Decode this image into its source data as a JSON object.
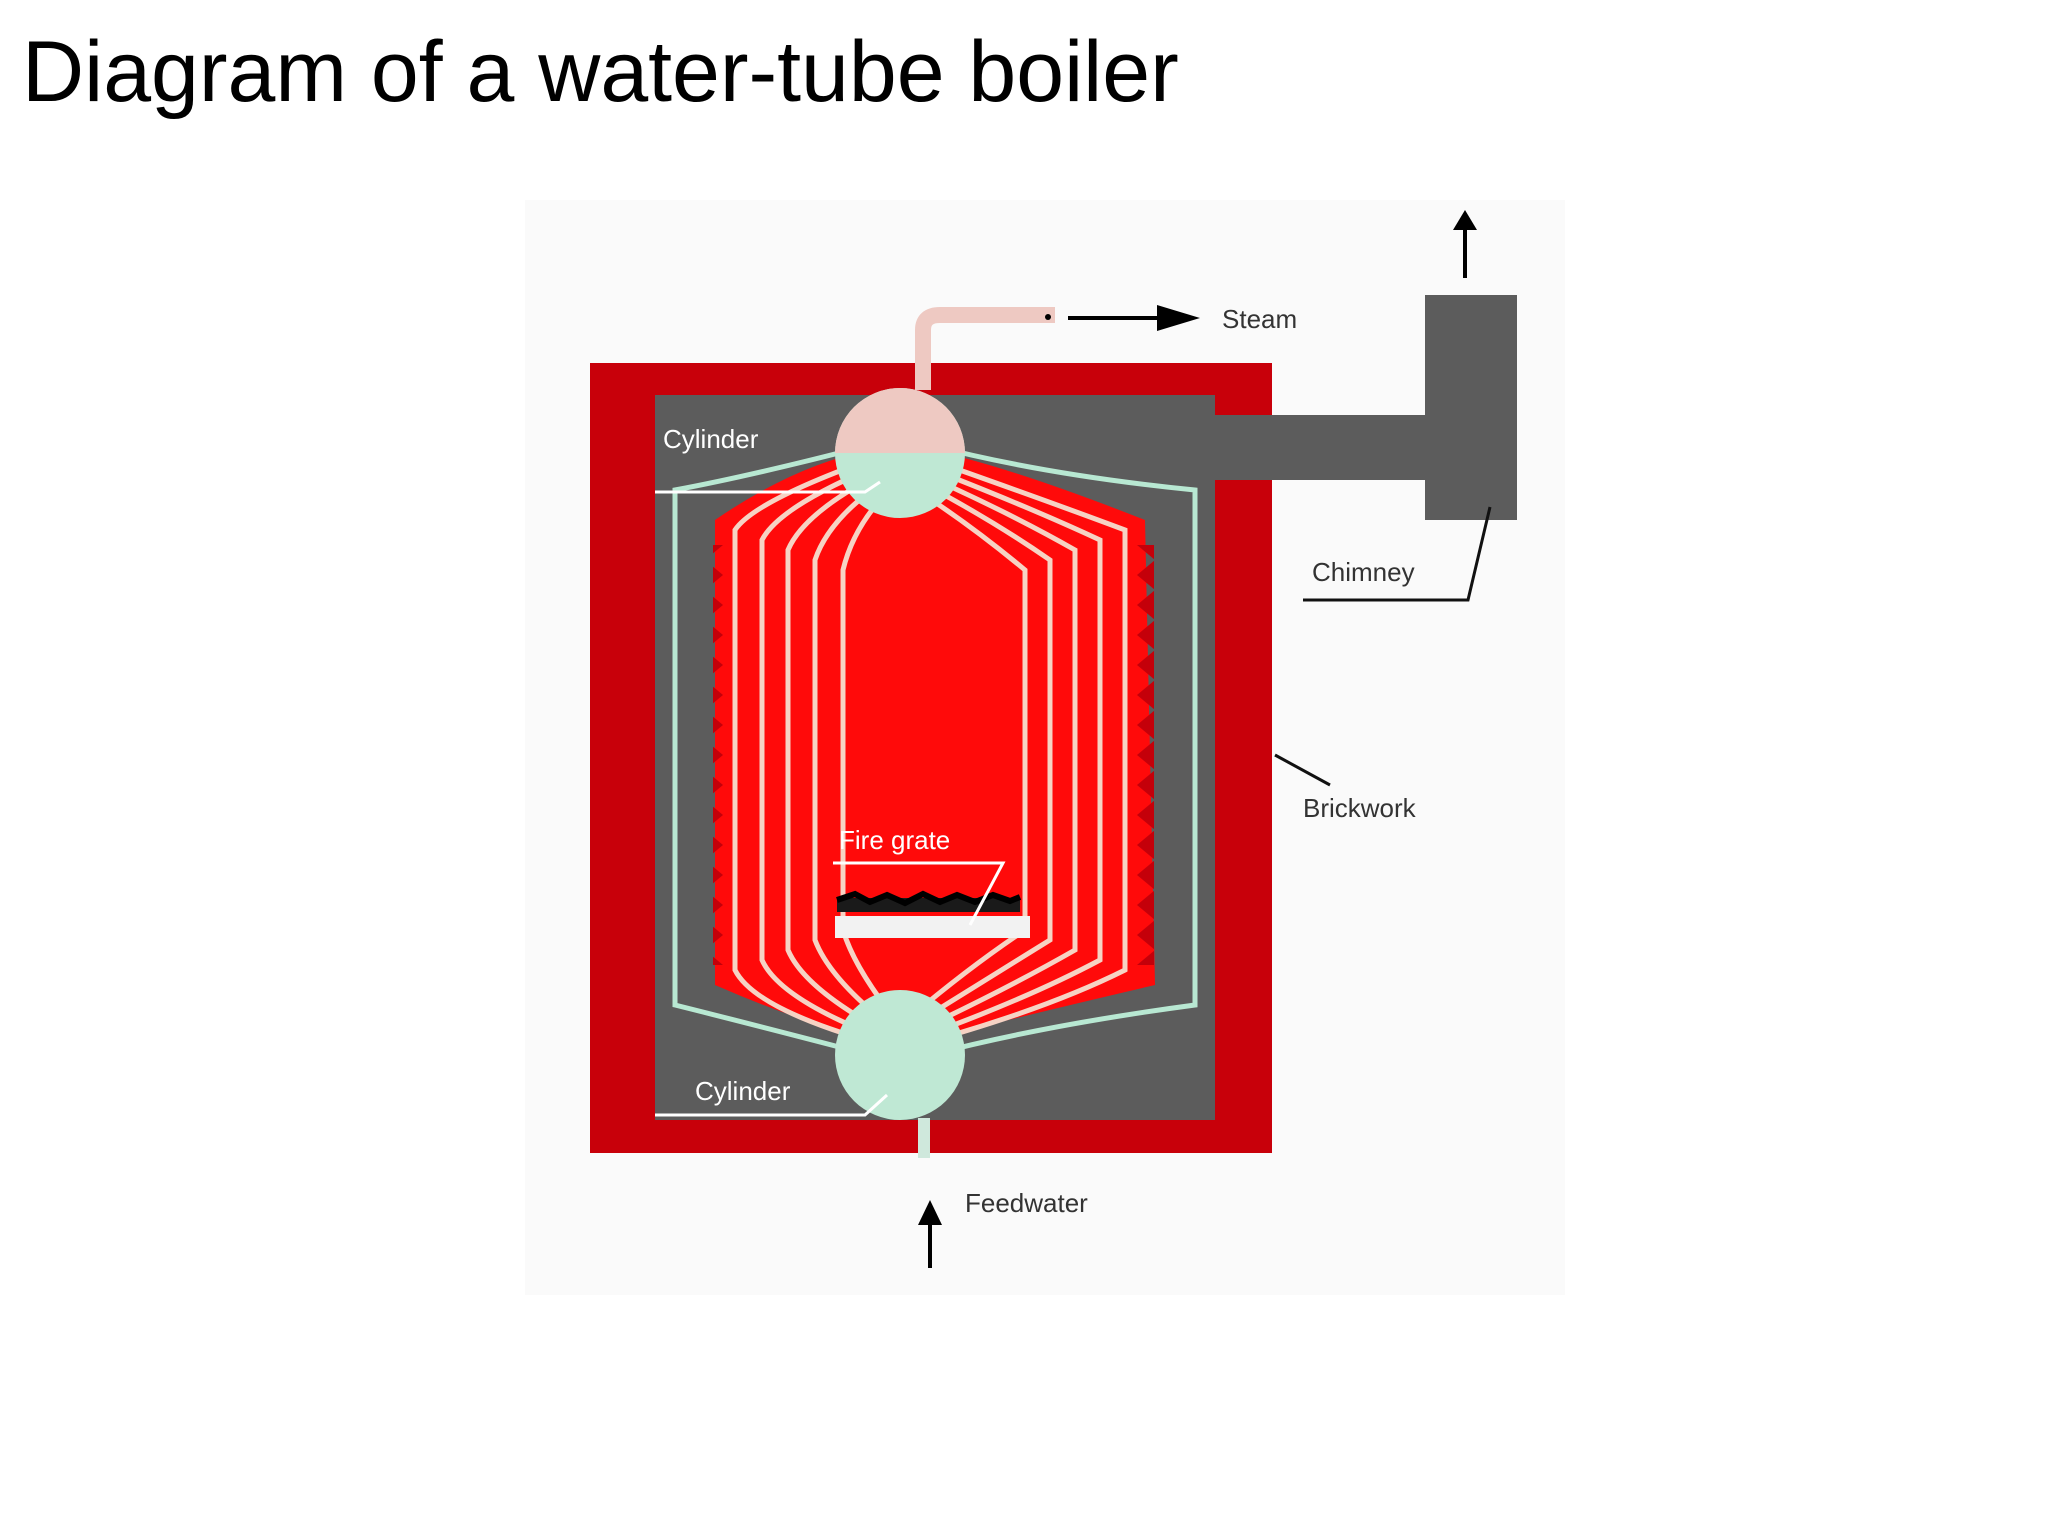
{
  "slide": {
    "title": "Diagram of a water-tube boiler"
  },
  "diagram": {
    "labels": {
      "steam": "Steam",
      "chimney": "Chimney",
      "brickwork": "Brickwork",
      "cylinder_top": "Cylinder",
      "cylinder_bottom": "Cylinder",
      "fire_grate": "Fire grate",
      "feedwater": "Feedwater"
    },
    "colors": {
      "brickwork": "#c8000a",
      "flue": "#5c5c5c",
      "fire": "#ff0a0a",
      "water_tube": "#b8e8d2",
      "hot_tube": "#f6d3c4",
      "steam_drum": "#eec9c2",
      "water_drum": "#bfe8d4",
      "chimney": "#5c5c5c",
      "label_text": "#333333",
      "label_text_light": "#ffffff"
    }
  }
}
